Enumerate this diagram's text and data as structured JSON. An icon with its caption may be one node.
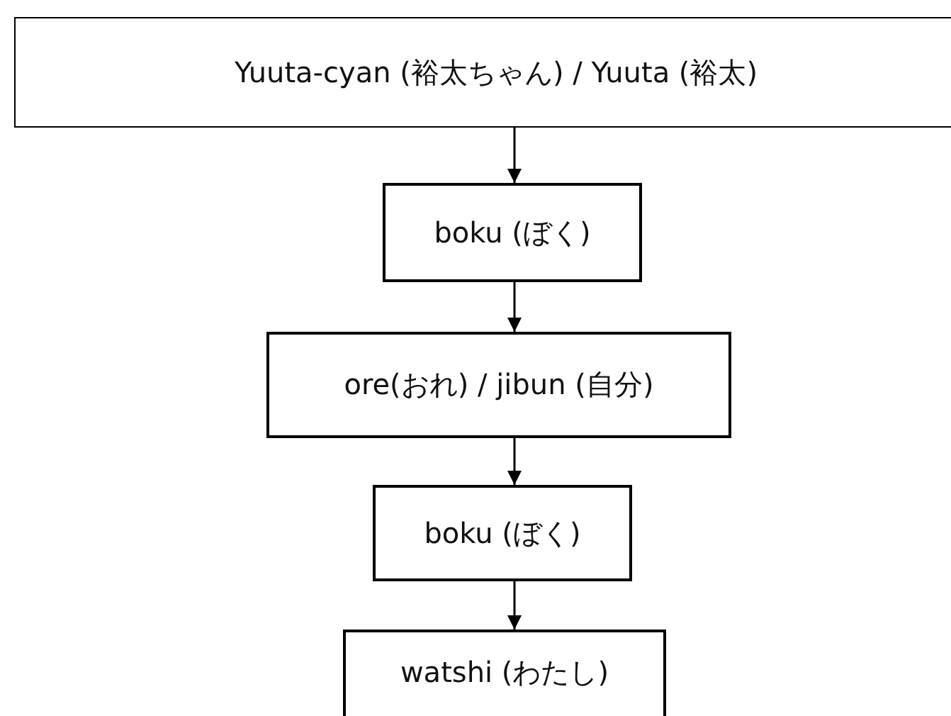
{
  "diagram": {
    "nodes": [
      {
        "text": [
          "Yuuta-cyan (裕太ちゃん) / Yuuta (裕太)"
        ]
      },
      {
        "text": [
          "boku (ぼく)"
        ]
      },
      {
        "text": [
          "ore(おれ) / jibun (自分)"
        ]
      },
      {
        "text": [
          "boku (ぼく)"
        ]
      },
      {
        "text": [
          "watshi (わたし)"
        ]
      }
    ],
    "edges": [
      {
        "from": 0,
        "to": 1,
        "arrow": "to"
      },
      {
        "from": 1,
        "to": 2,
        "arrow": "to"
      },
      {
        "from": 2,
        "to": 3,
        "arrow": "to"
      },
      {
        "from": 3,
        "to": 4,
        "arrow": "to"
      }
    ]
  }
}
